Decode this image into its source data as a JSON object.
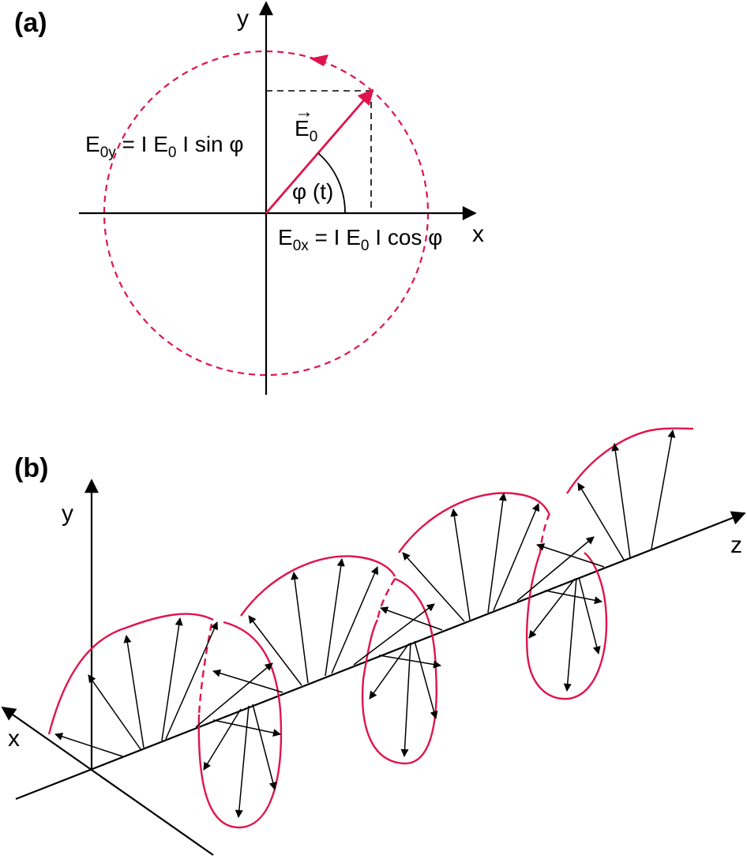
{
  "colors": {
    "accent": "#e0144c",
    "ink": "#000000"
  },
  "panel_a": {
    "label": "(a)",
    "axis_x": "x",
    "axis_y": "y",
    "vector": {
      "symbol": "E",
      "arrow": "→",
      "sub": "0"
    },
    "angle": "φ (t)",
    "eq_y": {
      "lhs_main": "E",
      "lhs_sub": "0y",
      "rhs_main": " = I E",
      "rhs_sub": "0",
      "rhs_rest": " I sin φ"
    },
    "eq_x": {
      "lhs_main": "E",
      "lhs_sub": "0x",
      "rhs_main": " = I E",
      "rhs_sub": "0",
      "rhs_rest": " I cos φ"
    }
  },
  "panel_b": {
    "label": "(b)",
    "axis_x": "x",
    "axis_y": "y",
    "axis_z": "z"
  }
}
